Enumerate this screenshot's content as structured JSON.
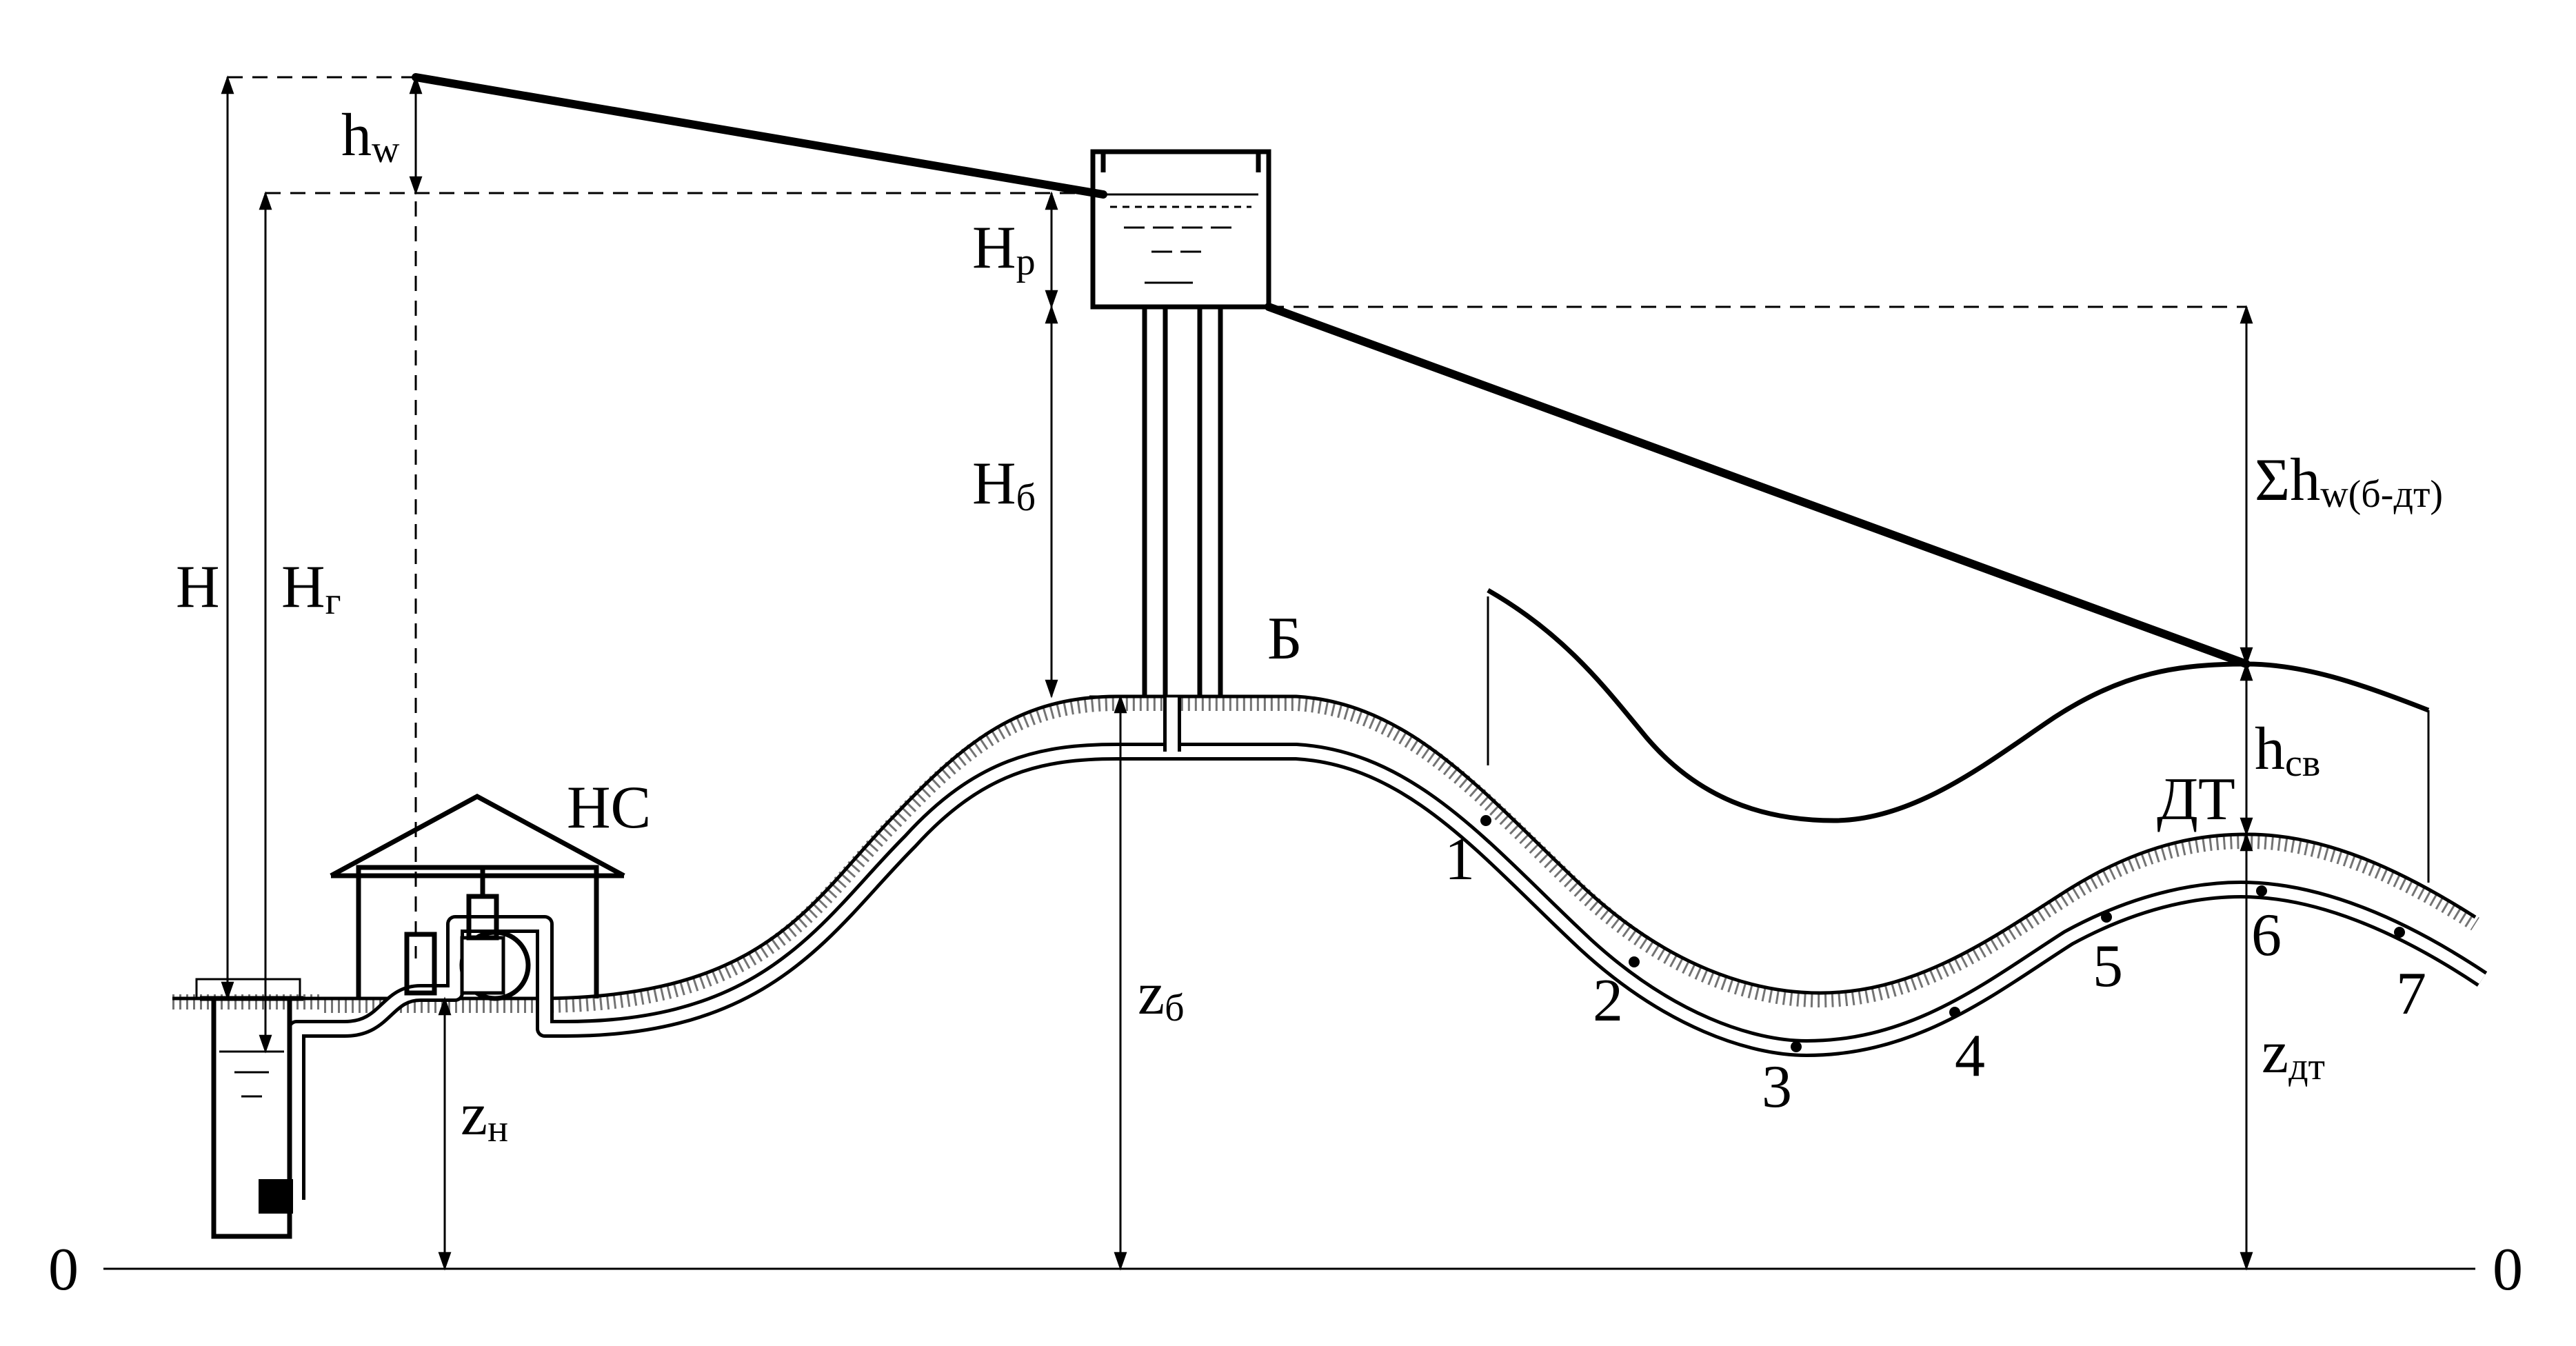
{
  "labels": {
    "datum_left": "0",
    "datum_right": "0",
    "pump_station": "НС",
    "tower": "Б",
    "dictating_point": "ДТ",
    "total_head": "H",
    "geodetic_head": "H",
    "geodetic_head_sub": "г",
    "pump_loss": "h",
    "pump_loss_sub": "w",
    "tank_depth": "H",
    "tank_depth_sub": "р",
    "tower_height": "H",
    "tower_height_sub": "б",
    "network_loss_sigma": "Σh",
    "network_loss_sub": "w(б-дт)",
    "free_head": "h",
    "free_head_sub": "св",
    "z_pump": "z",
    "z_pump_sub": "н",
    "z_tower": "z",
    "z_tower_sub": "б",
    "z_dt": "z",
    "z_dt_sub": "дт"
  },
  "points": [
    "1",
    "2",
    "3",
    "4",
    "5",
    "6",
    "7"
  ]
}
